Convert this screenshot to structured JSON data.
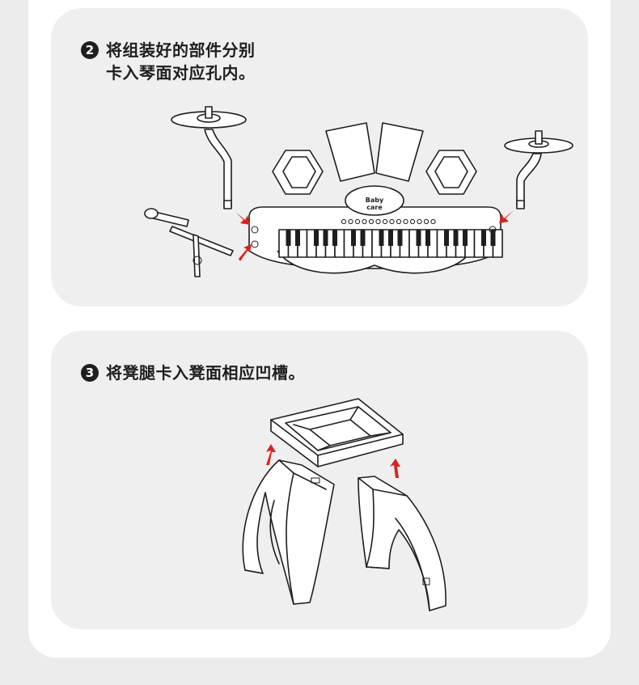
{
  "steps": [
    {
      "number": "2",
      "lines": [
        "将组装好的部件分别",
        "卡入琴面对应孔内。"
      ]
    },
    {
      "number": "3",
      "lines": [
        "将凳腿卡入凳面相应凹槽。"
      ]
    }
  ],
  "logo": {
    "line1": "Baby",
    "line2": "care"
  },
  "colors": {
    "arrow": "#d6231f",
    "card": "#efefef",
    "background": "#ececec"
  }
}
